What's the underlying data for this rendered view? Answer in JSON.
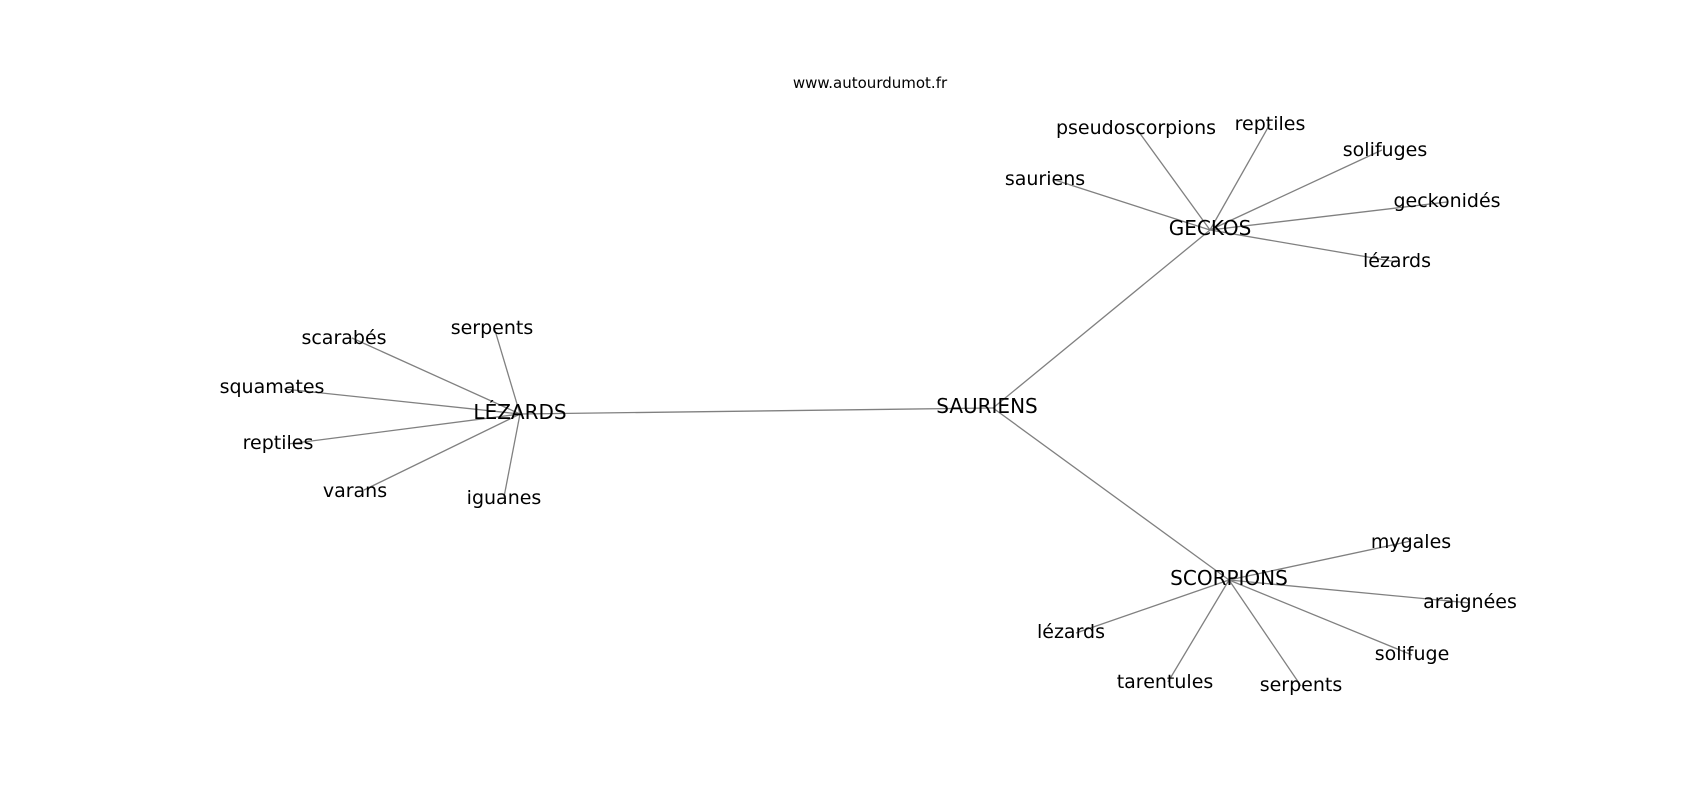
{
  "site": "www.autourdumot.fr",
  "center": "SAURIENS",
  "groups": [
    {
      "hub": "LÉZARDS",
      "children": [
        "serpents",
        "scarabés",
        "squamates",
        "reptiles",
        "varans",
        "iguanes"
      ]
    },
    {
      "hub": "GECKOS",
      "children": [
        "pseudoscorpions",
        "reptiles",
        "solifuges",
        "sauriens",
        "geckonidés",
        "lézards"
      ]
    },
    {
      "hub": "SCORPIONS",
      "children": [
        "mygales",
        "araignées",
        "lézards",
        "solifuge",
        "tarentules",
        "serpents"
      ]
    }
  ],
  "colors": {
    "edge": "#808080",
    "text": "#000000",
    "background": "#ffffff"
  }
}
